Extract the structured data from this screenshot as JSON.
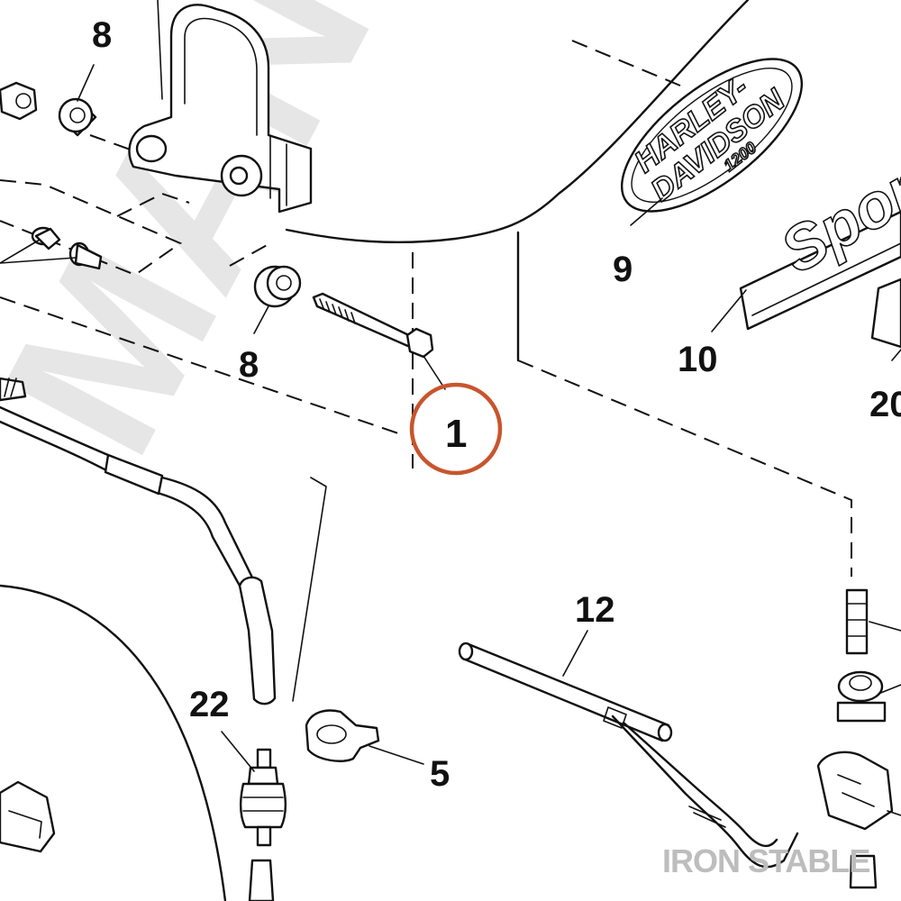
{
  "watermark": {
    "text": "MANUALSHOP"
  },
  "brand": {
    "logo_line1": "HARLEY-",
    "logo_line2": "DAVIDSON",
    "logo_line3": "1200",
    "script_word": "Sportster"
  },
  "footer": {
    "text": "IRON STABLE"
  },
  "callouts": {
    "highlighted": "1",
    "highlight_color": "#c8552d",
    "items": [
      {
        "id": "c8a",
        "label": "8"
      },
      {
        "id": "c8b",
        "label": "8"
      },
      {
        "id": "c9",
        "label": "9"
      },
      {
        "id": "c10",
        "label": "10"
      },
      {
        "id": "c20",
        "label": "20"
      },
      {
        "id": "c1",
        "label": "1"
      },
      {
        "id": "c12",
        "label": "12"
      },
      {
        "id": "c22",
        "label": "22"
      },
      {
        "id": "c5",
        "label": "5"
      }
    ]
  }
}
